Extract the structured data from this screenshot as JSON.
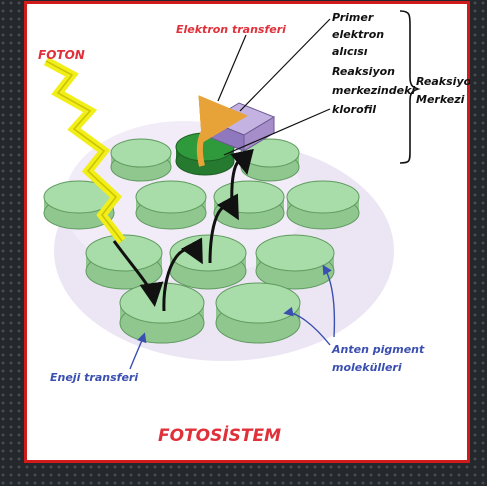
{
  "labels": {
    "foton": "FOTON",
    "elektron_transferi": "Elektron transferi",
    "primer": [
      "Primer",
      "elektron",
      "alıcısı"
    ],
    "reaksiyon_klorofil": [
      "Reaksiyon",
      "merkezindeki",
      "klorofil"
    ],
    "reaksiyon_merkezi": [
      "Reaksiyon",
      "Merkezi"
    ],
    "anten": [
      "Anten pigment",
      "molekülleri"
    ],
    "enerji_transferi": "Eneji transferi",
    "title": "FOTOSİSTEM"
  },
  "colors": {
    "disc_fill": "#a8dca8",
    "disc_edge": "#5f9a5f",
    "reaction_center": "#2f9a3c",
    "acceptor": "#a58ec9",
    "photon": "#f2ee1a",
    "red_label": "#e0303a",
    "blue_label": "#3a4fb0",
    "black_label": "#111111",
    "orange_arrow": "#e8a338",
    "frame_border": "#d11a1a"
  }
}
